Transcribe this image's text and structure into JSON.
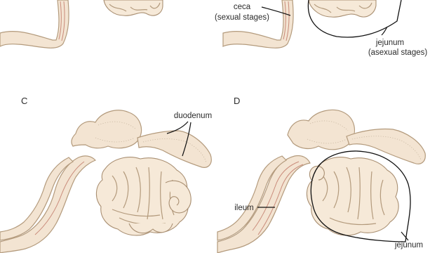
{
  "panels": {
    "C": {
      "letter": "C"
    },
    "D": {
      "letter": "D"
    }
  },
  "labels": {
    "ceca_line1": "ceca",
    "ceca_line2": "(sexual stages)",
    "jejunum_top_line1": "jejunum",
    "jejunum_top_line2": "(asexual stages)",
    "duodenum": "duodenum",
    "ileum": "ileum",
    "jejunum_bottom": "jejunum"
  },
  "colors": {
    "tissue": "#f3e4d2",
    "tissue_outline": "#b39a7c",
    "vessel": "#c98b7a",
    "annotation": "#111111"
  }
}
